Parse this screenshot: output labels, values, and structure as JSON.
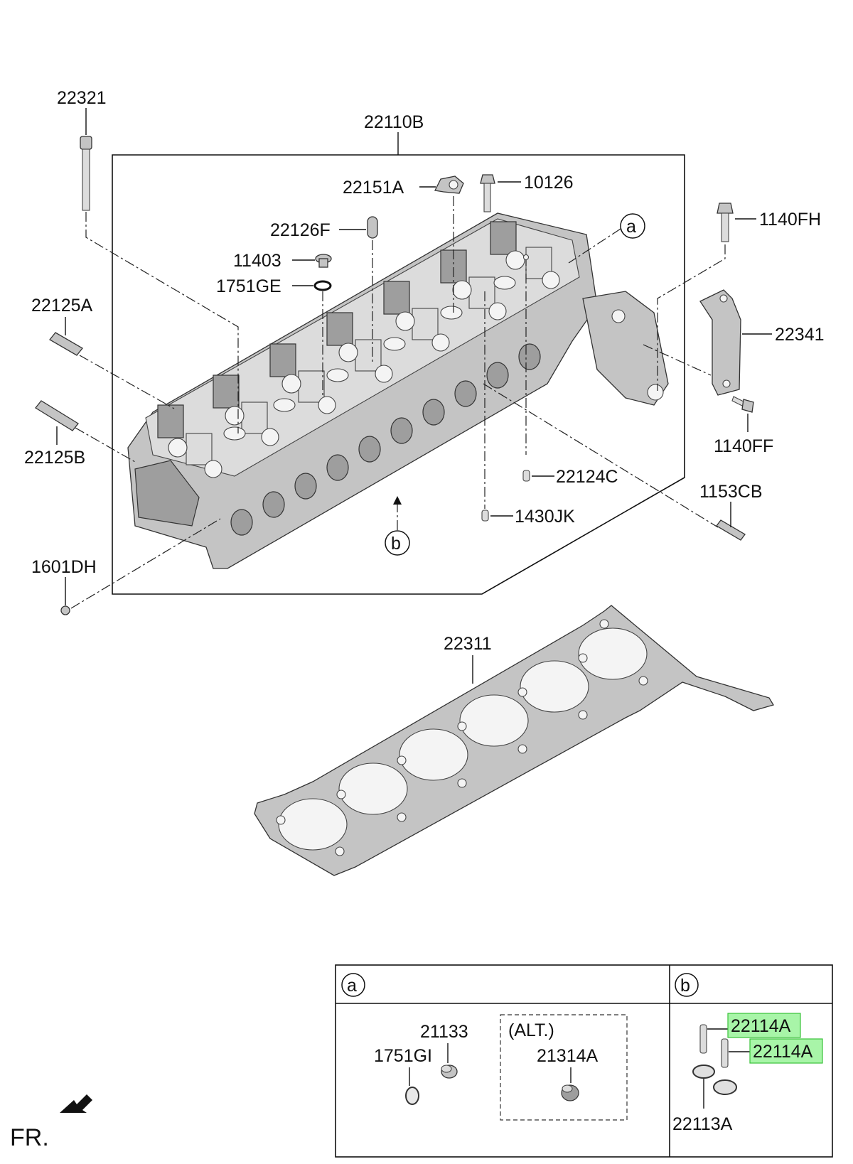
{
  "parts": {
    "p22321": "22321",
    "p22110B": "22110B",
    "p22151A": "22151A",
    "p10126": "10126",
    "p22126F": "22126F",
    "p11403": "11403",
    "p1751GE": "1751GE",
    "p22125A": "22125A",
    "p22125B": "22125B",
    "p1140FH": "1140FH",
    "p22341": "22341",
    "p1140FF": "1140FF",
    "p22124C": "22124C",
    "p1153CB": "1153CB",
    "p1430JK": "1430JK",
    "p1601DH": "1601DH",
    "p22311": "22311",
    "p21133": "21133",
    "p1751GI": "1751GI",
    "p21314A": "21314A",
    "p22114A_1": "22114A",
    "p22114A_2": "22114A",
    "p22113A": "22113A"
  },
  "callouts": {
    "a": "a",
    "b": "b"
  },
  "legend": {
    "col_a": "a",
    "col_b": "b",
    "alt_label": "(ALT.)"
  },
  "orientation": {
    "label": "FR."
  },
  "colors": {
    "highlight": "#a8f5a8",
    "highlight_border": "#39c239",
    "part_fill": "#c4c4c4"
  }
}
